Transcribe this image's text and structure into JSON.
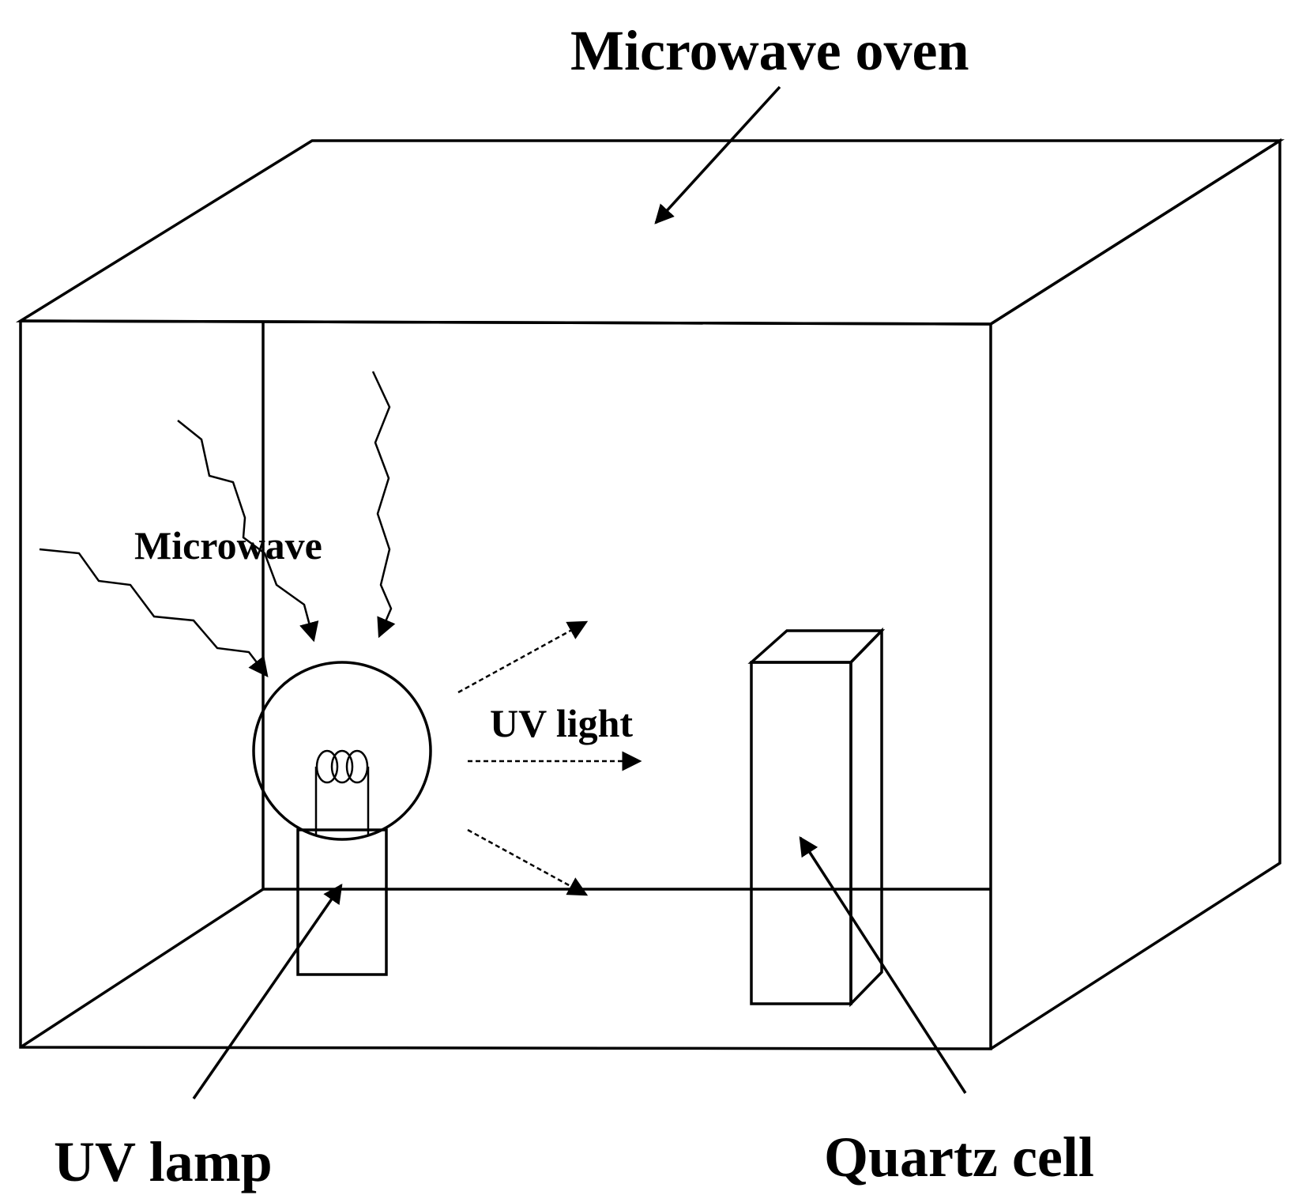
{
  "labels": {
    "microwave_oven": "Microwave oven",
    "microwave": "Microwave",
    "uv_light": "UV light",
    "uv_lamp": "UV lamp",
    "quartz_cell": "Quartz cell"
  },
  "colors": {
    "stroke": "#000000",
    "background": "#ffffff",
    "quartz_side_shade": "#c6c6c6"
  }
}
